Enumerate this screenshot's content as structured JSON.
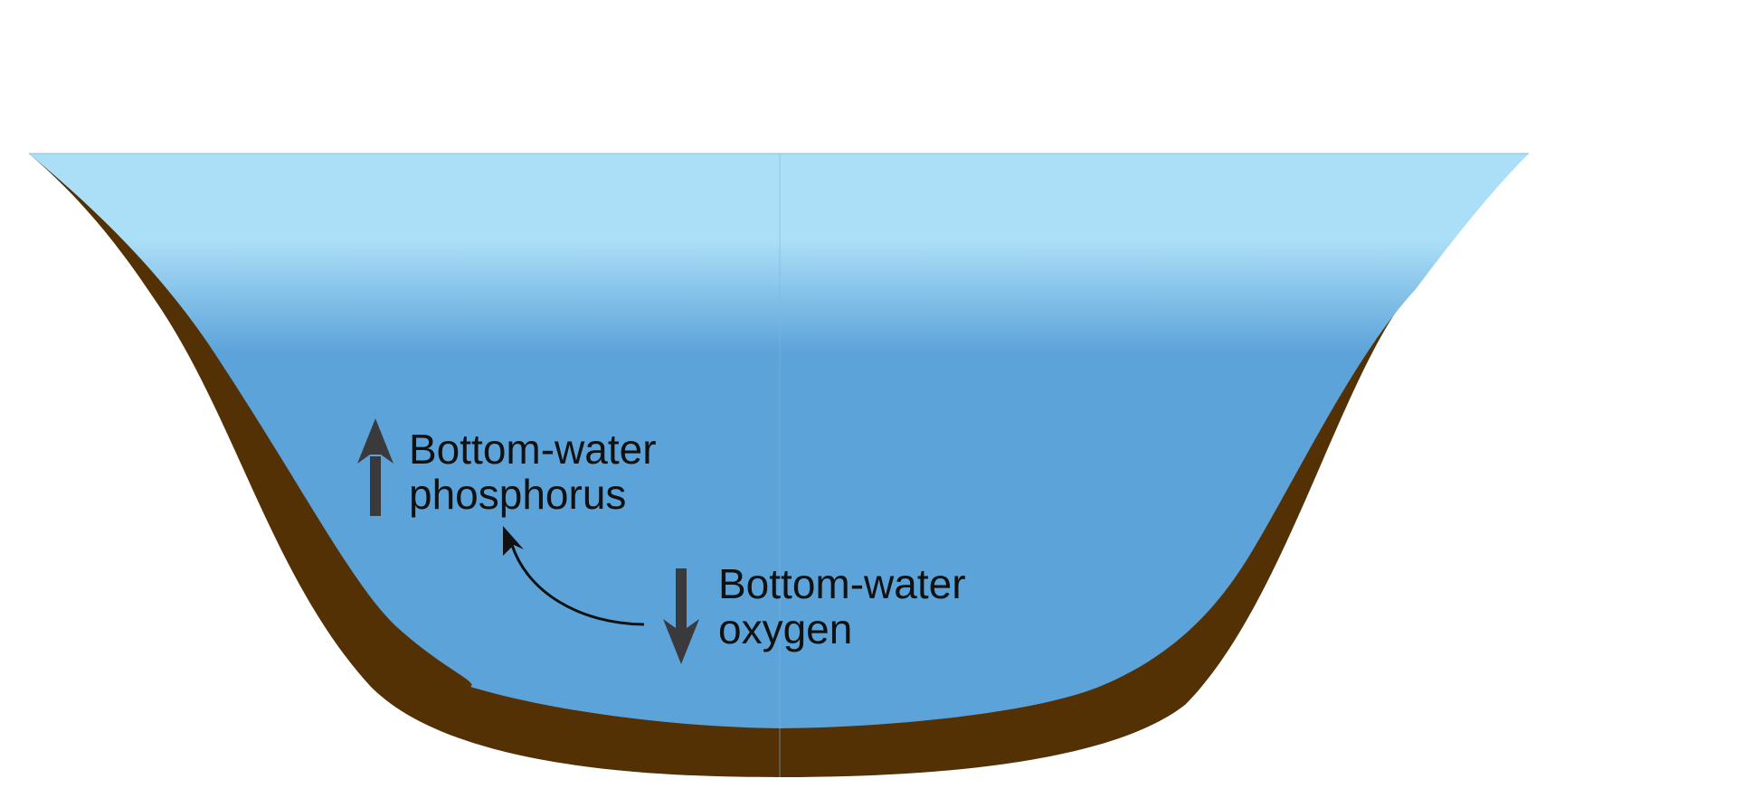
{
  "labels": {
    "phosphorus": {
      "line1": "Bottom-water",
      "line2": "phosphorus",
      "trend": "increase"
    },
    "oxygen": {
      "line1": "Bottom-water",
      "line2": "oxygen",
      "trend": "decrease"
    }
  },
  "colors": {
    "surface_water": "#ABDEF7",
    "deep_water": "#5CA3DA",
    "sediment": "#543105",
    "trend_arrow": "#3A3A3D",
    "feedback_arrow": "#111111"
  },
  "icons": {
    "phosphorus_trend": "arrow-up-icon",
    "oxygen_trend": "arrow-down-icon",
    "feedback": "curved-arrow-icon"
  }
}
